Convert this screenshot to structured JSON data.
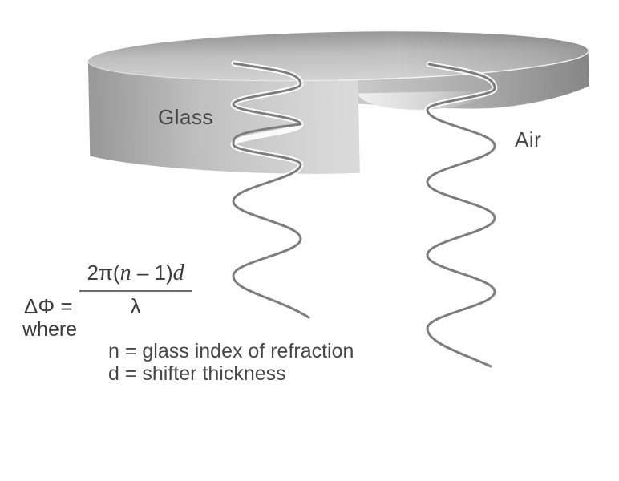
{
  "scene": {
    "glass_label": "Glass",
    "air_label": "Air",
    "description": "Phase shifter: a glass disk with a notch cut out; one light wave passes through the glass (shorter wavelength inside), the other through air",
    "colors": {
      "background": "#ffffff",
      "wave_stroke": "#7d7d7d",
      "label_text": "#474747",
      "fraction_bar": "#6a6a6a",
      "disk_gray_dark": "#8a8a8a",
      "disk_gray_light": "#dadada"
    }
  },
  "formula": {
    "lhs": "ΔΦ =",
    "numerator": {
      "prefix": "2π(",
      "var_n": "n",
      "middle": " – 1)",
      "var_d": "d"
    },
    "denominator": "λ",
    "where_label": "where",
    "definitions": [
      "n = glass index of refraction",
      "d = shifter thickness"
    ]
  }
}
